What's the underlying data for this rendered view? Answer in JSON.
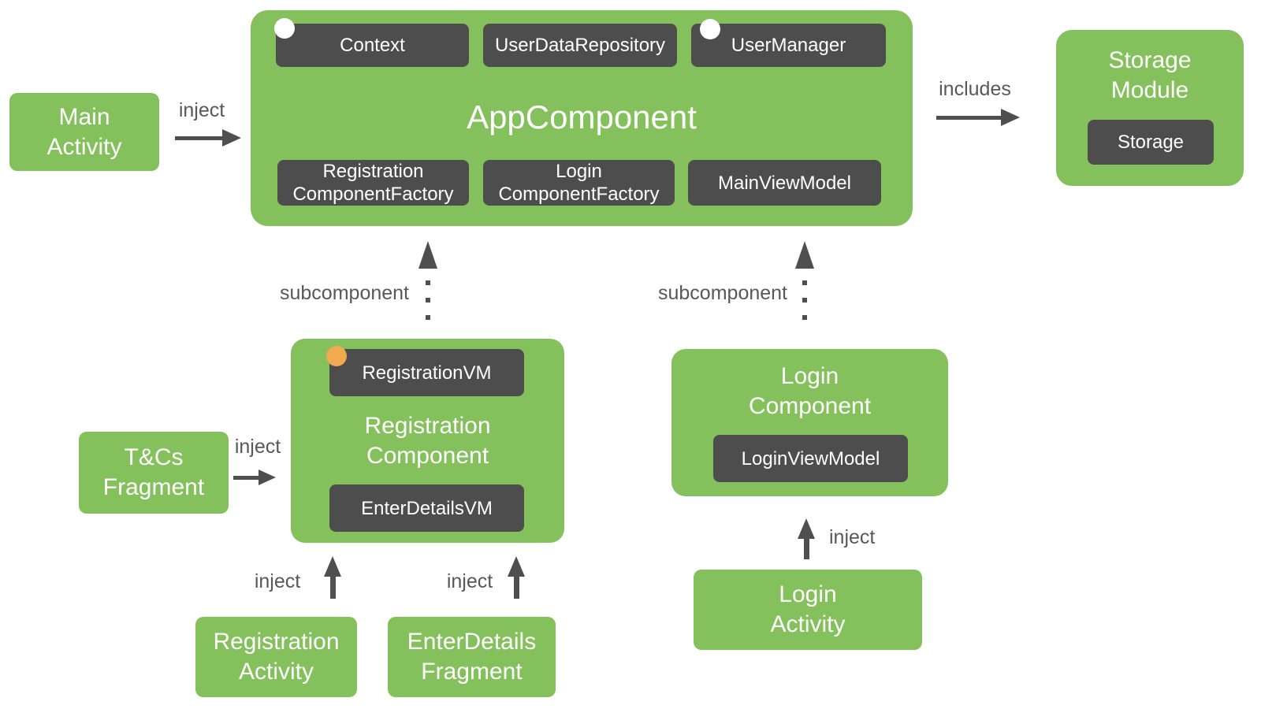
{
  "colors": {
    "green": "#84C15C",
    "dark_box": "#4D4D4D",
    "label_gray": "#58585A",
    "arrow_gray": "#4F4F4F",
    "scope_singleton": "#FFFFFF",
    "scope_activity": "#F2A94F"
  },
  "nodes": {
    "main_activity": {
      "line1": "Main",
      "line2": "Activity"
    },
    "app_component": {
      "title": "AppComponent",
      "context": "Context",
      "user_data_repository": "UserDataRepository",
      "user_manager": "UserManager",
      "registration_factory_line1": "Registration",
      "registration_factory_line2": "ComponentFactory",
      "login_factory_line1": "Login",
      "login_factory_line2": "ComponentFactory",
      "main_view_model": "MainViewModel"
    },
    "storage_module": {
      "line1": "Storage",
      "line2": "Module",
      "storage": "Storage"
    },
    "registration_component": {
      "line1": "Registration",
      "line2": "Component",
      "registration_vm": "RegistrationVM",
      "enter_details_vm": "EnterDetailsVM"
    },
    "login_component": {
      "line1": "Login",
      "line2": "Component",
      "login_view_model": "LoginViewModel"
    },
    "tcs_fragment": {
      "line1": "T&Cs",
      "line2": "Fragment"
    },
    "registration_activity": {
      "line1": "Registration",
      "line2": "Activity"
    },
    "enter_details_fragment": {
      "line1": "EnterDetails",
      "line2": "Fragment"
    },
    "login_activity": {
      "line1": "Login",
      "line2": "Activity"
    }
  },
  "labels": {
    "inject_main": "inject",
    "includes": "includes",
    "subcomponent_left": "subcomponent",
    "subcomponent_right": "subcomponent",
    "inject_tcs": "inject",
    "inject_registration_activity": "inject",
    "inject_enter_details": "inject",
    "inject_login_activity": "inject"
  }
}
